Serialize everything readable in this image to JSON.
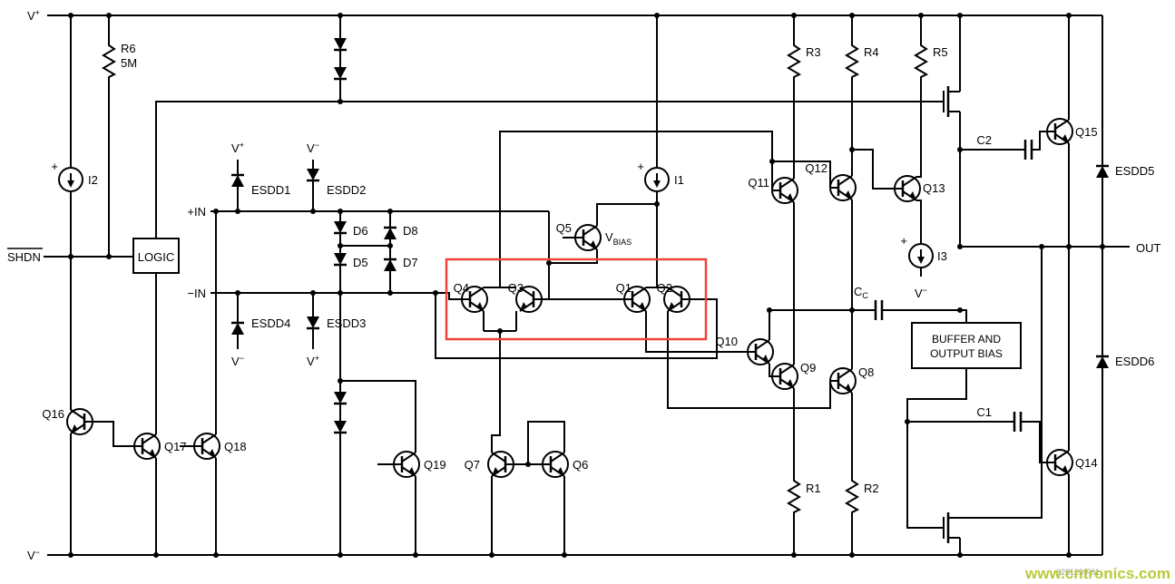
{
  "meta": {
    "watermark": "www.cntronics.com",
    "watermark_color": "#b6c832",
    "fig_ref": "626123 F01",
    "highlight_color": "#f0433a"
  },
  "power": {
    "v": "V",
    "plus": "+",
    "minus": "−"
  },
  "io": {
    "shdn": "SHDN",
    "plus_in": "+IN",
    "minus_in": "−IN",
    "out": "OUT"
  },
  "blocks": {
    "logic": "LOGIC",
    "buffer_line1": "BUFFER AND",
    "buffer_line2": "OUTPUT BIAS"
  },
  "sources": {
    "i1": "I1",
    "i2": "I2",
    "i3": "I3",
    "plus_sign": "+"
  },
  "resistors": {
    "r1": "R1",
    "r2": "R2",
    "r3": "R3",
    "r4": "R4",
    "r5": "R5",
    "r6": "R6",
    "r6_value": "5M"
  },
  "capacitors": {
    "c1": "C1",
    "c2": "C2",
    "cc_base": "C",
    "cc_sub": "C"
  },
  "bias": {
    "v": "V",
    "sub": "BIAS"
  },
  "diodes": {
    "d5": "D5",
    "d6": "D6",
    "d7": "D7",
    "d8": "D8",
    "esdd1": "ESDD1",
    "esdd2": "ESDD2",
    "esdd3": "ESDD3",
    "esdd4": "ESDD4",
    "esdd5": "ESDD5",
    "esdd6": "ESDD6"
  },
  "transistors": {
    "q1": "Q1",
    "q2": "Q2",
    "q3": "Q3",
    "q4": "Q4",
    "q5": "Q5",
    "q6": "Q6",
    "q7": "Q7",
    "q8": "Q8",
    "q9": "Q9",
    "q10": "Q10",
    "q11": "Q11",
    "q12": "Q12",
    "q13": "Q13",
    "q14": "Q14",
    "q15": "Q15",
    "q16": "Q16",
    "q17": "Q17",
    "q18": "Q18",
    "q19": "Q19"
  }
}
